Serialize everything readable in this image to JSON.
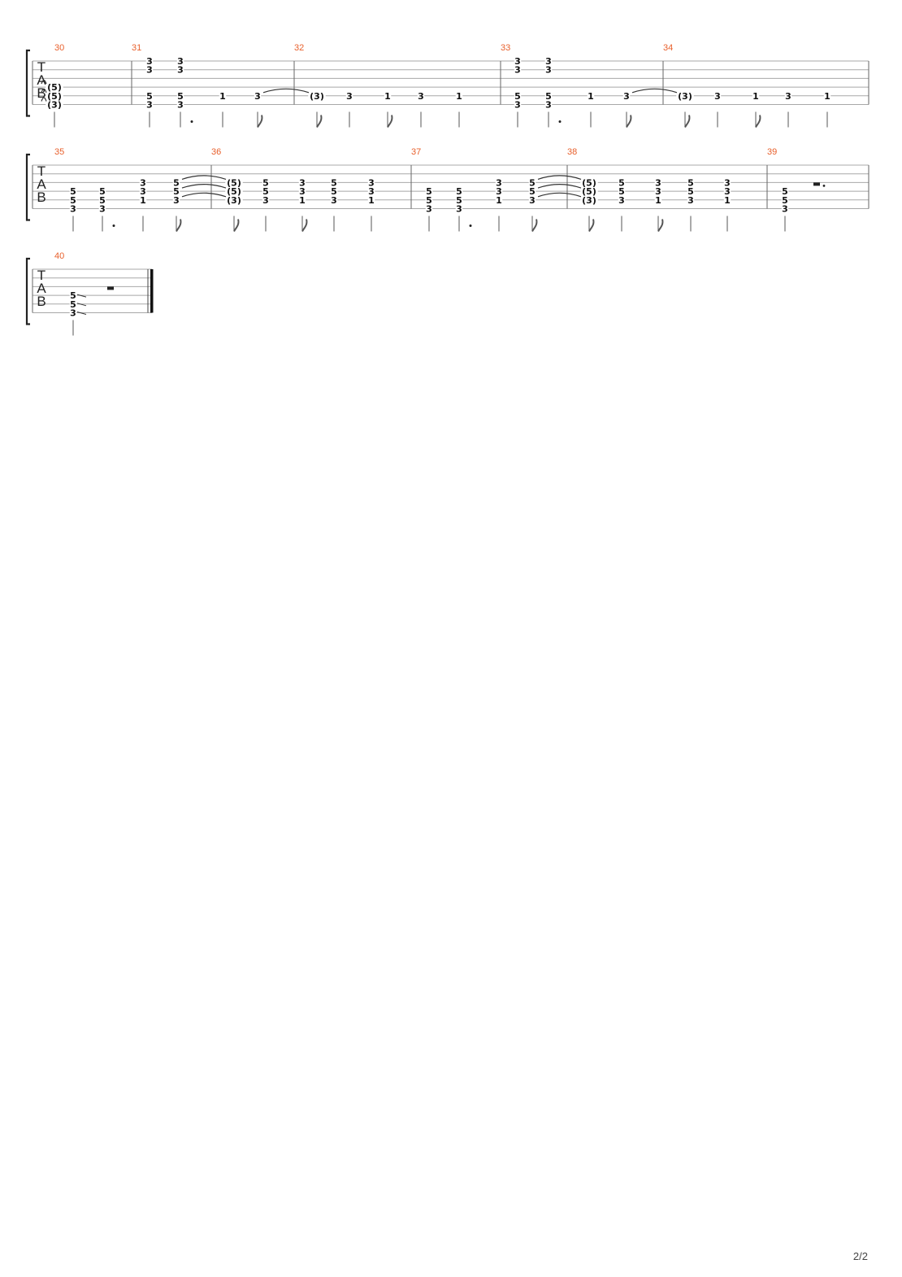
{
  "page_number": "2/2",
  "tab_clef": [
    "T",
    "A",
    "B"
  ],
  "systems": [
    {
      "measures": [
        {
          "number": "30",
          "notes": [
            {
              "frets": [
                [
                  4,
                  "(5)"
                ],
                [
                  5,
                  "(5)"
                ],
                [
                  6,
                  "(3)"
                ]
              ],
              "tie": true
            }
          ]
        },
        {
          "number": "31",
          "notes": [
            {
              "frets": [
                [
                  1,
                  "3"
                ],
                [
                  2,
                  "3"
                ],
                [
                  5,
                  "5"
                ],
                [
                  6,
                  "3"
                ]
              ],
              "dur": "q"
            },
            {
              "frets": [
                [
                  1,
                  "3"
                ],
                [
                  2,
                  "3"
                ],
                [
                  5,
                  "5"
                ],
                [
                  6,
                  "3"
                ]
              ],
              "dur": "q",
              "dot": true
            },
            {
              "frets": [
                [
                  5,
                  "1"
                ]
              ],
              "dur": "q"
            },
            {
              "frets": [
                [
                  5,
                  "3"
                ]
              ],
              "dur": "8",
              "tieToNext": true
            }
          ]
        },
        {
          "number": "32",
          "notes": [
            {
              "frets": [
                [
                  5,
                  "(3)"
                ]
              ],
              "dur": "8",
              "tie": true
            },
            {
              "frets": [
                [
                  5,
                  "3"
                ]
              ],
              "dur": "q"
            },
            {
              "frets": [
                [
                  5,
                  "1"
                ]
              ],
              "dur": "8"
            },
            {
              "frets": [
                [
                  5,
                  "3"
                ]
              ],
              "dur": "q"
            },
            {
              "frets": [
                [
                  5,
                  "1"
                ]
              ],
              "dur": "q"
            }
          ]
        },
        {
          "number": "33",
          "notes": [
            {
              "frets": [
                [
                  1,
                  "3"
                ],
                [
                  2,
                  "3"
                ],
                [
                  5,
                  "5"
                ],
                [
                  6,
                  "3"
                ]
              ],
              "dur": "q"
            },
            {
              "frets": [
                [
                  1,
                  "3"
                ],
                [
                  2,
                  "3"
                ],
                [
                  5,
                  "5"
                ],
                [
                  6,
                  "3"
                ]
              ],
              "dur": "q",
              "dot": true
            },
            {
              "frets": [
                [
                  5,
                  "1"
                ]
              ],
              "dur": "q"
            },
            {
              "frets": [
                [
                  5,
                  "3"
                ]
              ],
              "dur": "8",
              "tieToNext": true
            }
          ]
        },
        {
          "number": "34",
          "notes": [
            {
              "frets": [
                [
                  5,
                  "(3)"
                ]
              ],
              "dur": "8",
              "tie": true
            },
            {
              "frets": [
                [
                  5,
                  "3"
                ]
              ],
              "dur": "q"
            },
            {
              "frets": [
                [
                  5,
                  "1"
                ]
              ],
              "dur": "8"
            },
            {
              "frets": [
                [
                  5,
                  "3"
                ]
              ],
              "dur": "q"
            },
            {
              "frets": [
                [
                  5,
                  "1"
                ]
              ],
              "dur": "q"
            }
          ]
        }
      ]
    },
    {
      "measures": [
        {
          "number": "35",
          "notes": [
            {
              "frets": [
                [
                  4,
                  "5"
                ],
                [
                  5,
                  "5"
                ],
                [
                  6,
                  "3"
                ]
              ],
              "dur": "q"
            },
            {
              "frets": [
                [
                  4,
                  "5"
                ],
                [
                  5,
                  "5"
                ],
                [
                  6,
                  "3"
                ]
              ],
              "dur": "q",
              "dot": true
            },
            {
              "frets": [
                [
                  3,
                  "3"
                ],
                [
                  4,
                  "3"
                ],
                [
                  5,
                  "1"
                ]
              ],
              "dur": "q"
            },
            {
              "frets": [
                [
                  3,
                  "5"
                ],
                [
                  4,
                  "5"
                ],
                [
                  5,
                  "3"
                ]
              ],
              "dur": "8",
              "tieToNext": true
            }
          ]
        },
        {
          "number": "36",
          "notes": [
            {
              "frets": [
                [
                  3,
                  "(5)"
                ],
                [
                  4,
                  "(5)"
                ],
                [
                  5,
                  "(3)"
                ]
              ],
              "dur": "8",
              "tie": true
            },
            {
              "frets": [
                [
                  3,
                  "5"
                ],
                [
                  4,
                  "5"
                ],
                [
                  5,
                  "3"
                ]
              ],
              "dur": "q"
            },
            {
              "frets": [
                [
                  3,
                  "3"
                ],
                [
                  4,
                  "3"
                ],
                [
                  5,
                  "1"
                ]
              ],
              "dur": "8"
            },
            {
              "frets": [
                [
                  3,
                  "5"
                ],
                [
                  4,
                  "5"
                ],
                [
                  5,
                  "3"
                ]
              ],
              "dur": "q"
            },
            {
              "frets": [
                [
                  3,
                  "3"
                ],
                [
                  4,
                  "3"
                ],
                [
                  5,
                  "1"
                ]
              ],
              "dur": "q"
            }
          ]
        },
        {
          "number": "37",
          "notes": [
            {
              "frets": [
                [
                  4,
                  "5"
                ],
                [
                  5,
                  "5"
                ],
                [
                  6,
                  "3"
                ]
              ],
              "dur": "q"
            },
            {
              "frets": [
                [
                  4,
                  "5"
                ],
                [
                  5,
                  "5"
                ],
                [
                  6,
                  "3"
                ]
              ],
              "dur": "q",
              "dot": true
            },
            {
              "frets": [
                [
                  3,
                  "3"
                ],
                [
                  4,
                  "3"
                ],
                [
                  5,
                  "1"
                ]
              ],
              "dur": "q"
            },
            {
              "frets": [
                [
                  3,
                  "5"
                ],
                [
                  4,
                  "5"
                ],
                [
                  5,
                  "3"
                ]
              ],
              "dur": "8",
              "tieToNext": true
            }
          ]
        },
        {
          "number": "38",
          "notes": [
            {
              "frets": [
                [
                  3,
                  "(5)"
                ],
                [
                  4,
                  "(5)"
                ],
                [
                  5,
                  "(3)"
                ]
              ],
              "dur": "8",
              "tie": true
            },
            {
              "frets": [
                [
                  3,
                  "5"
                ],
                [
                  4,
                  "5"
                ],
                [
                  5,
                  "3"
                ]
              ],
              "dur": "q"
            },
            {
              "frets": [
                [
                  3,
                  "3"
                ],
                [
                  4,
                  "3"
                ],
                [
                  5,
                  "1"
                ]
              ],
              "dur": "8"
            },
            {
              "frets": [
                [
                  3,
                  "5"
                ],
                [
                  4,
                  "5"
                ],
                [
                  5,
                  "3"
                ]
              ],
              "dur": "q"
            },
            {
              "frets": [
                [
                  3,
                  "3"
                ],
                [
                  4,
                  "3"
                ],
                [
                  5,
                  "1"
                ]
              ],
              "dur": "q"
            }
          ]
        },
        {
          "number": "39",
          "notes": [
            {
              "frets": [
                [
                  4,
                  "5"
                ],
                [
                  5,
                  "5"
                ],
                [
                  6,
                  "3"
                ]
              ],
              "dur": "q"
            },
            {
              "rest": "dotted-half"
            }
          ]
        }
      ]
    },
    {
      "measures": [
        {
          "number": "40",
          "final": true,
          "notes": [
            {
              "frets": [
                [
                  4,
                  "5"
                ],
                [
                  5,
                  "5"
                ],
                [
                  6,
                  "3"
                ]
              ],
              "dur": "q",
              "slideOut": true
            },
            {
              "rest": "half"
            }
          ]
        }
      ]
    }
  ]
}
